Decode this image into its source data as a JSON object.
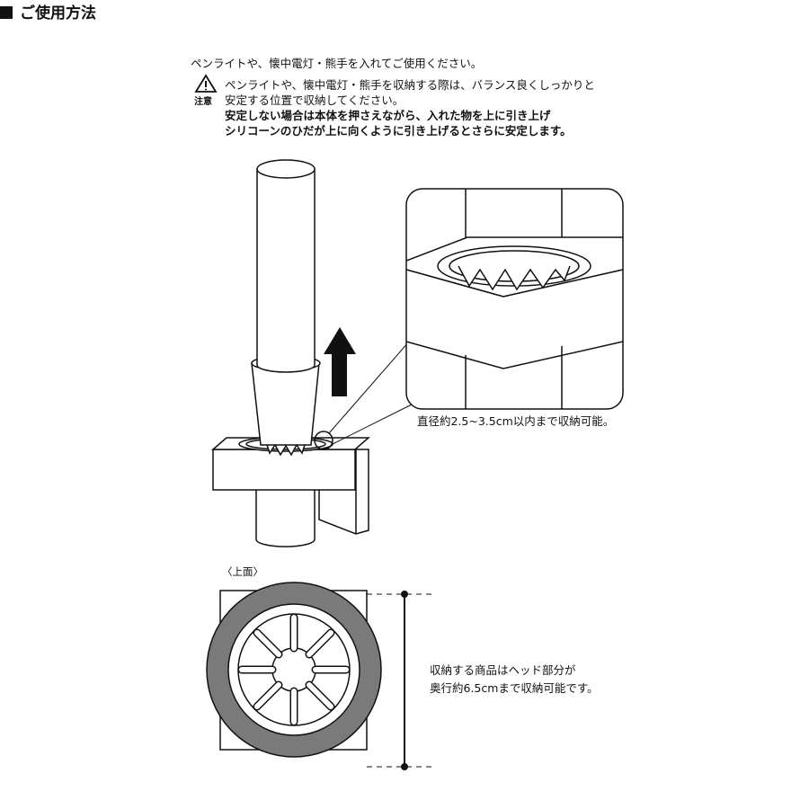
{
  "header": {
    "title": "ご使用方法",
    "intro": "ペンライトや、懐中電灯・熊手を入れてご使用ください。"
  },
  "caution": {
    "icon": "warning-triangle-icon",
    "label": "注意",
    "lines": [
      "ペンライトや、懐中電灯・熊手を収納する際は、バランス良くしっかりと",
      "安定する位置で収納してください。",
      "安定しない場合は本体を押さえながら、入れた物を上に引き上げ",
      "シリコーンのひだが上に向くように引き上げるとさらに安定します。"
    ]
  },
  "side_view": {
    "caption": "直径約2.5~3.5cm以内まで収納可能。"
  },
  "top_view": {
    "label": "〈上面〉",
    "caption_lines": [
      "収納する商品はヘッド部分が",
      "奥行約6.5cmまで収納可能です。"
    ]
  },
  "colors": {
    "ink": "#111111",
    "silicone_gray": "#7a7a7a"
  }
}
